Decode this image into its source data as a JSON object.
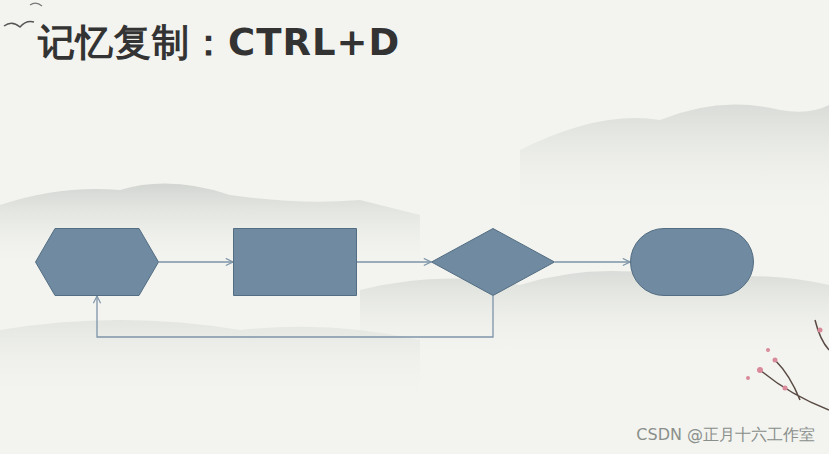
{
  "diagram": {
    "title": "记忆复制：CTRL+D",
    "nodes": [
      {
        "text": []
      },
      {
        "text": []
      },
      {
        "text": []
      },
      {
        "text": []
      }
    ],
    "edges": [
      {
        "from": 0,
        "to": 1,
        "arrow": "to"
      },
      {
        "from": 1,
        "to": 2,
        "arrow": "to"
      },
      {
        "from": 2,
        "to": 3,
        "arrow": "to"
      },
      {
        "from": 2,
        "to": 0,
        "arrow": "to"
      }
    ],
    "labels": [
      "CSDN @正月十六工作室"
    ]
  }
}
